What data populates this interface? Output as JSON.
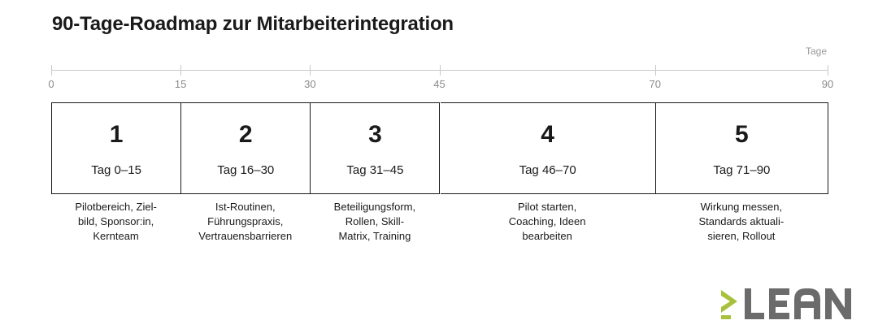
{
  "title": "90-Tage-Roadmap zur Mitarbeiterintegration",
  "axis": {
    "unit": "Tage",
    "min": 0,
    "max": 90,
    "ticks": [
      0,
      15,
      30,
      45,
      70,
      90
    ]
  },
  "phases": [
    {
      "number": "1",
      "days": "Tag 0–15",
      "start": 0,
      "end": 15,
      "description": "Pilotbereich, Ziel-\nbild, Sponsor:in,\nKernteam"
    },
    {
      "number": "2",
      "days": "Tag 16–30",
      "start": 15,
      "end": 30,
      "description": "Ist-Routinen,\nFührungspraxis,\nVertrauensbarrieren"
    },
    {
      "number": "3",
      "days": "Tag 31–45",
      "start": 30,
      "end": 45,
      "description": "Beteiligungsform,\nRollen, Skill-\nMatrix, Training"
    },
    {
      "number": "4",
      "days": "Tag 46–70",
      "start": 45,
      "end": 70,
      "description": "Pilot starten,\nCoaching, Ideen\nbearbeiten"
    },
    {
      "number": "5",
      "days": "Tag 71–90",
      "start": 70,
      "end": 90,
      "description": "Wirkung messen,\nStandards aktuali-\nsieren, Rollout"
    }
  ],
  "logo": {
    "text": ">LEAN",
    "accent_color": "#a7c13d",
    "text_color": "#6b6b6b"
  }
}
